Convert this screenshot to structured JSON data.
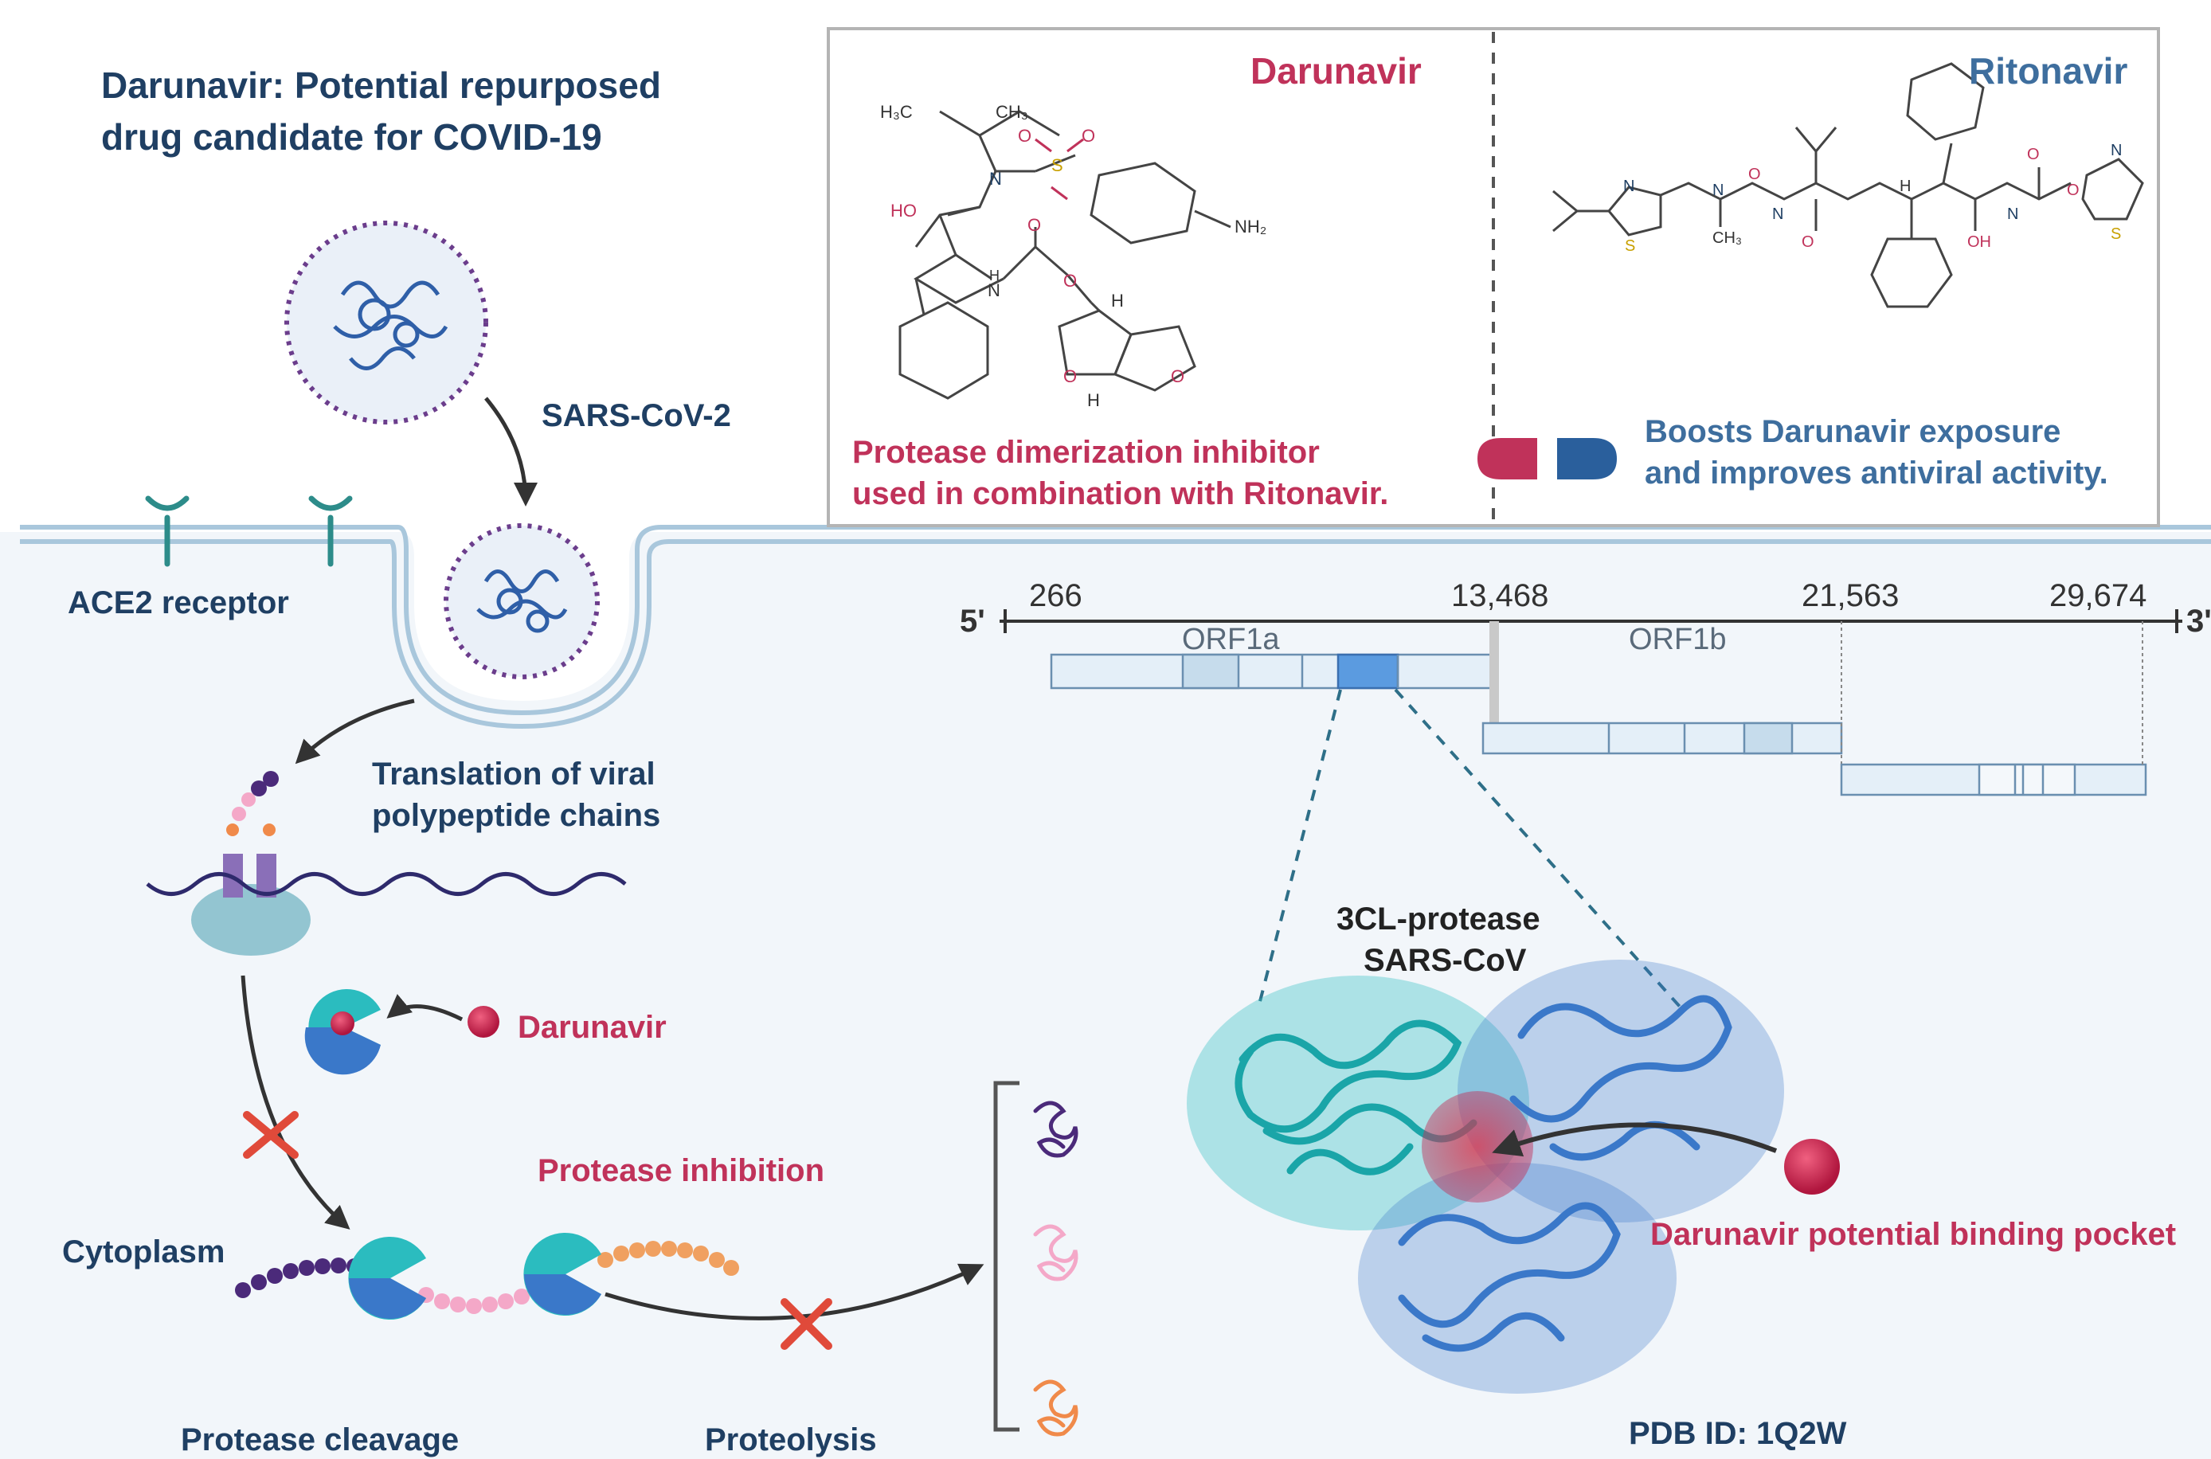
{
  "title": {
    "line1": "Darunavir: Potential repurposed",
    "line2": "drug candidate for COVID-19"
  },
  "drugs": {
    "darunavir": {
      "name": "Darunavir",
      "desc_line1": "Protease dimerization inhibitor",
      "desc_line2": "used in combination with Ritonavir."
    },
    "ritonavir": {
      "name": "Ritonavir",
      "desc_line1": "Boosts Darunavir exposure",
      "desc_line2": "and improves antiviral activity."
    },
    "structure_labels": {
      "h3c": "H₃C",
      "ch3": "CH₃",
      "ho": "HO",
      "nh2": "NH₂",
      "nh": "H",
      "n": "N",
      "o": "O",
      "s": "S",
      "h": "H",
      "oh": "OH"
    }
  },
  "virus_label": "SARS-CoV-2",
  "ace2_label": "ACE2 receptor",
  "translation": {
    "line1": "Translation of viral",
    "line2": "polypeptide chains"
  },
  "darunavir_small": "Darunavir",
  "cytoplasm": "Cytoplasm",
  "protease_inhibition": "Protease inhibition",
  "protease_cleavage": "Protease cleavage",
  "proteolysis": "Proteolysis",
  "genome": {
    "five_prime": "5'",
    "three_prime": "3'",
    "positions": [
      "266",
      "13,468",
      "21,563",
      "29,674"
    ],
    "orf1a": "ORF1a",
    "orf1b": "ORF1b"
  },
  "protease": {
    "line1": "3CL-protease",
    "line2": "SARS-CoV"
  },
  "binding_pocket": "Darunavir potential binding pocket",
  "pdb_id": "PDB ID: 1Q2W",
  "colors": {
    "navy": "#1f3f63",
    "crimson": "#c0325a",
    "steel_blue": "#3e6e9e",
    "membrane": "#a9c7dc",
    "cytoplasm_bg": "#f2f6fa",
    "protease_teal": "#2bbcbf",
    "protease_blue": "#3a78c9"
  }
}
